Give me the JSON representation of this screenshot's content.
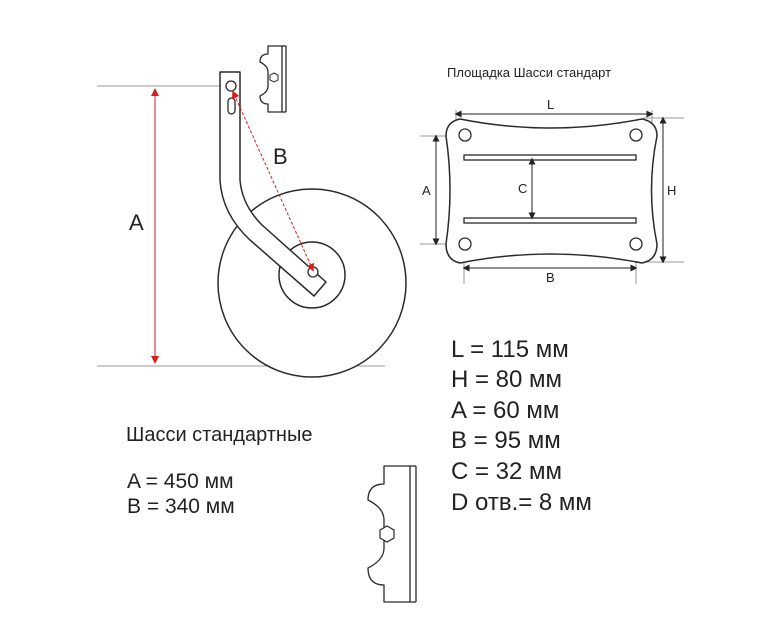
{
  "wheel_diagram": {
    "label_a": "A",
    "label_b": "B"
  },
  "plate_diagram": {
    "title": "Площадка Шасси стандарт",
    "label_l": "L",
    "label_h": "H",
    "label_a": "A",
    "label_b": "B",
    "label_c": "C"
  },
  "plate_specs": [
    "L  = 115 мм",
    "H = 80 мм",
    "A = 60 мм",
    "B = 95 мм",
    "C = 32 мм",
    "D отв.= 8 мм"
  ],
  "chassis": {
    "title": "Шасси стандартные",
    "specs": [
      "A = 450 мм",
      "B = 340 мм"
    ]
  },
  "colors": {
    "line": "#2a2a2a",
    "dimension_red": "#d42020",
    "guide": "#9a9a9a"
  }
}
